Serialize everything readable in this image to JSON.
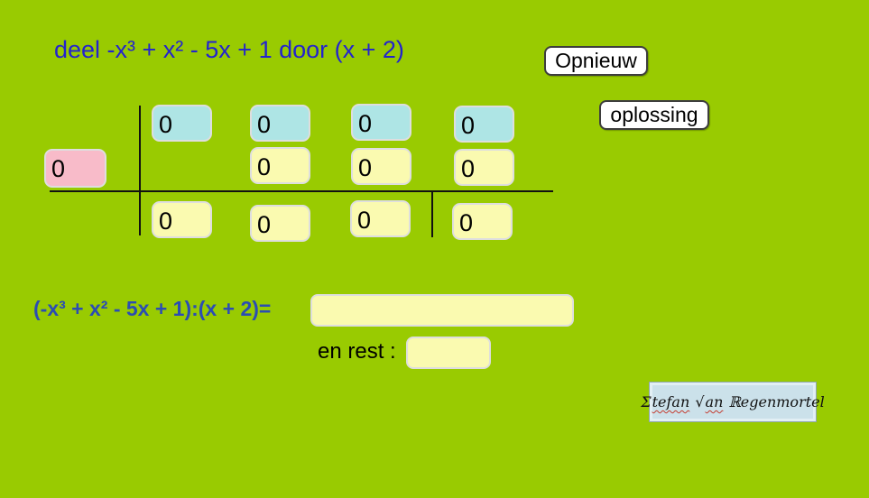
{
  "title": "deel -x³ + x² - 5x + 1 door (x + 2)",
  "buttons": {
    "reset_label": "Opnieuw",
    "solution_label": "oplossing"
  },
  "grid": {
    "divisor": "0",
    "coefficients": [
      "0",
      "0",
      "0",
      "0"
    ],
    "products": [
      "0",
      "0",
      "0"
    ],
    "results": [
      "0",
      "0",
      "0",
      "0"
    ]
  },
  "quotient": {
    "label": "(-x³ + x² - 5x + 1):(x + 2)=",
    "value": ""
  },
  "remainder": {
    "label": "en rest :",
    "value": ""
  },
  "signature": {
    "s1": "Σ",
    "s2": "tefan",
    "s3": " √",
    "s4": "an",
    "s5": " ℝegenmortel"
  },
  "colors": {
    "background": "#99CB01",
    "coefficient_box": "#AEE5E5",
    "work_box": "#FAFAB0",
    "divisor_box": "#F8BBC9",
    "title_text": "#2323CE",
    "formula_text": "#2B4DB3"
  }
}
